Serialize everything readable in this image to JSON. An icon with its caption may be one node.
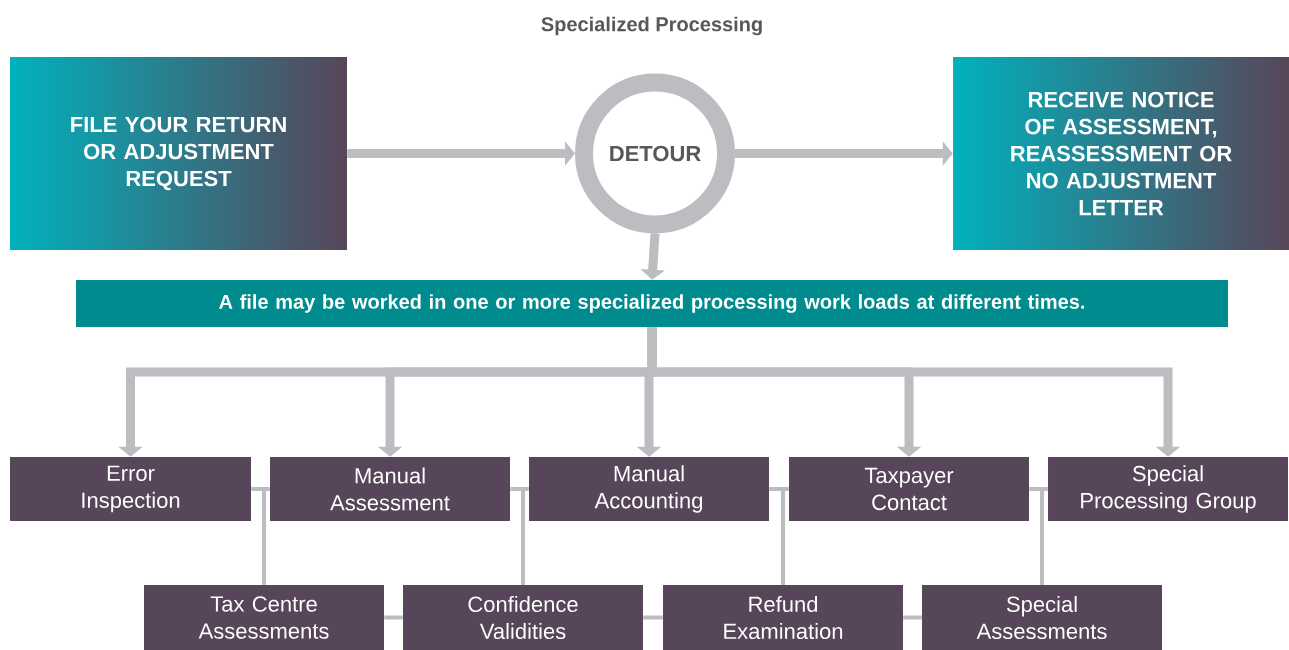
{
  "diagram": {
    "title": "Specialized Processing",
    "nodes": [
      {
        "text": [
          "FILE YOUR RETURN OR ADJUSTMENT REQUEST"
        ]
      },
      {
        "text": [
          "DETOUR"
        ]
      },
      {
        "text": [
          "RECEIVE NOTICE OF ASSESSMENT, REASSESSMENT OR NO ADJUSTMENT LETTER"
        ]
      },
      {
        "text": [
          "A file may be worked in one or more specialized processing work loads at different times."
        ]
      },
      {
        "text": [
          "Error Inspection"
        ]
      },
      {
        "text": [
          "Manual Assessment"
        ]
      },
      {
        "text": [
          "Manual Accounting"
        ]
      },
      {
        "text": [
          "Taxpayer Contact"
        ]
      },
      {
        "text": [
          "Special Processing Group"
        ]
      },
      {
        "text": [
          "Tax Centre Assessments"
        ]
      },
      {
        "text": [
          "Confidence Validities"
        ]
      },
      {
        "text": [
          "Refund Examination"
        ]
      },
      {
        "text": [
          "Special Assessments"
        ]
      }
    ],
    "edges": [
      {
        "from": 0,
        "to": 1,
        "arrow": "to",
        "style": "thick"
      },
      {
        "from": 1,
        "to": 2,
        "arrow": "to",
        "style": "thick"
      },
      {
        "from": 1,
        "to": 3,
        "arrow": "to",
        "style": "thick"
      },
      {
        "from": 3,
        "to": 4,
        "arrow": "to",
        "style": "thick"
      },
      {
        "from": 3,
        "to": 5,
        "arrow": "to",
        "style": "thick"
      },
      {
        "from": 3,
        "to": 6,
        "arrow": "to",
        "style": "thick"
      },
      {
        "from": 3,
        "to": 7,
        "arrow": "to",
        "style": "thick"
      },
      {
        "from": 3,
        "to": 8,
        "arrow": "to",
        "style": "thick"
      },
      {
        "from": 4,
        "to": 9,
        "arrow": "none"
      },
      {
        "from": 5,
        "to": 9,
        "arrow": "none"
      },
      {
        "from": 5,
        "to": 10,
        "arrow": "none"
      },
      {
        "from": 6,
        "to": 10,
        "arrow": "none"
      },
      {
        "from": 6,
        "to": 11,
        "arrow": "none"
      },
      {
        "from": 7,
        "to": 11,
        "arrow": "none"
      },
      {
        "from": 7,
        "to": 12,
        "arrow": "none"
      },
      {
        "from": 8,
        "to": 12,
        "arrow": "none"
      },
      {
        "from": 9,
        "to": 10,
        "arrow": "none"
      },
      {
        "from": 10,
        "to": 11,
        "arrow": "none"
      },
      {
        "from": 11,
        "to": 12,
        "arrow": "none"
      }
    ]
  }
}
